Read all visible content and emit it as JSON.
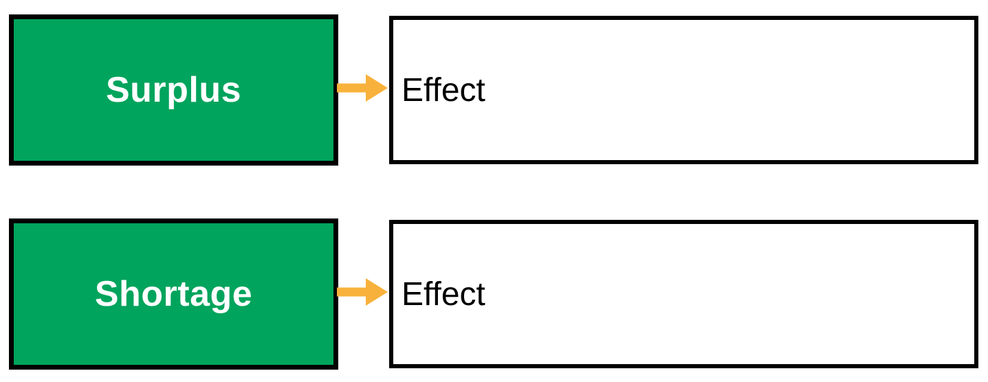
{
  "colors": {
    "box_green": "#00A45C",
    "arrow_yellow": "#F8B23C",
    "border_black": "#000000",
    "cause_text": "#FFFFFF",
    "effect_text": "#000000",
    "background": "#FFFFFF"
  },
  "diagram": {
    "rows": [
      {
        "cause_label": "Surplus",
        "effect_label": "Effect"
      },
      {
        "cause_label": "Shortage",
        "effect_label": "Effect"
      }
    ]
  }
}
